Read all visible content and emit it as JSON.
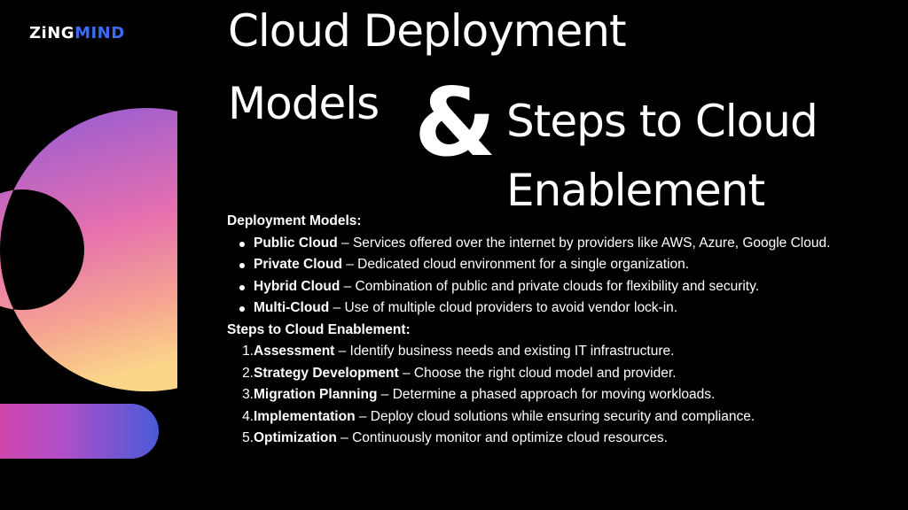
{
  "logo": {
    "part1": "ZiNG",
    "part2": "MIND"
  },
  "title": {
    "line1": "Cloud Deployment",
    "line2": "Models",
    "ampersand": "&",
    "line3": "Steps to Cloud",
    "line4": "Enablement"
  },
  "deployment": {
    "heading": "Deployment Models:",
    "items": [
      {
        "term": "Public Cloud",
        "desc": " – Services offered over the internet by providers like AWS, Azure, Google Cloud."
      },
      {
        "term": "Private Cloud",
        "desc": " – Dedicated cloud environment for a single organization."
      },
      {
        "term": "Hybrid Cloud",
        "desc": " – Combination of public and private clouds for flexibility and security."
      },
      {
        "term": "Multi-Cloud",
        "desc": " – Use of multiple cloud providers to avoid vendor lock-in."
      }
    ]
  },
  "steps": {
    "heading": "Steps to Cloud Enablement:",
    "items": [
      {
        "num": "1.",
        "term": "Assessment",
        "desc": " – Identify business needs and existing IT infrastructure."
      },
      {
        "num": "2.",
        "term": "Strategy Development",
        "desc": " – Choose the right cloud model and provider."
      },
      {
        "num": "3.",
        "term": "Migration Planning",
        "desc": " – Determine a phased approach for moving workloads."
      },
      {
        "num": "4.",
        "term": "Implementation",
        "desc": " – Deploy cloud solutions while ensuring security and compliance."
      },
      {
        "num": "5.",
        "term": "Optimization",
        "desc": " – Continuously monitor and optimize cloud resources."
      }
    ]
  },
  "colors": {
    "background": "#000000",
    "brand_blue": "#3b6cf6",
    "gradient_ring": [
      "#8a5ad8",
      "#e56fb0",
      "#f6a690",
      "#fbd58a"
    ],
    "gradient_bar": [
      "#e0409c",
      "#9a4fd6",
      "#4a5ad8"
    ]
  }
}
